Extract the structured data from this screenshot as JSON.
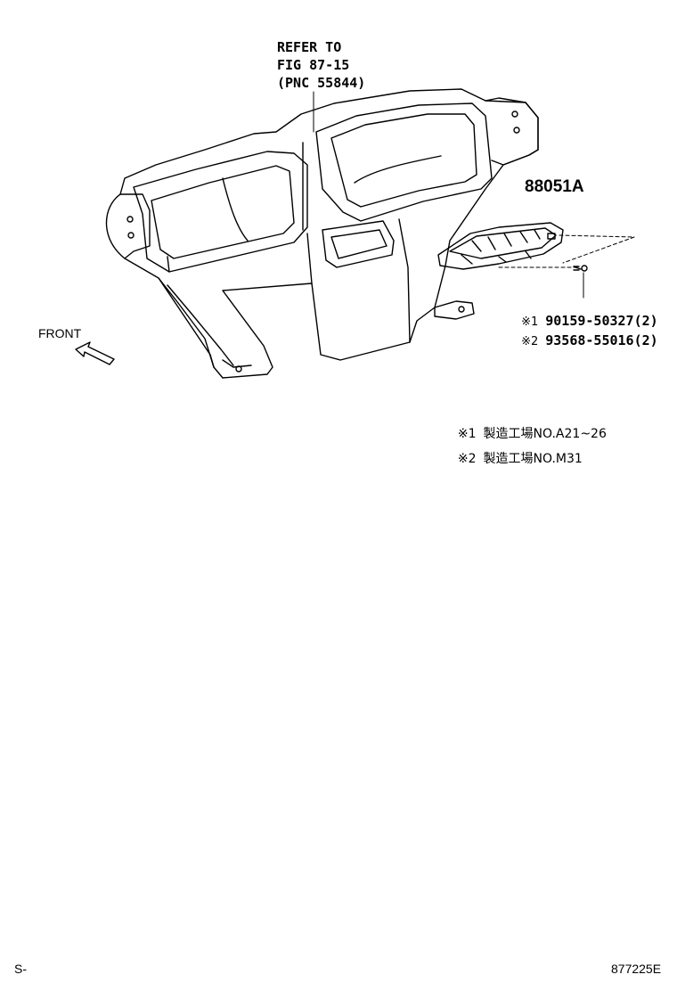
{
  "callout": {
    "line1": "REFER TO",
    "line2": "FIG 87-15",
    "line3": "(PNC 55844)"
  },
  "part": {
    "number": "88051A"
  },
  "parts_list": [
    {
      "mark": "※1",
      "number": "90159-50327(2)"
    },
    {
      "mark": "※2",
      "number": "93568-55016(2)"
    }
  ],
  "notes": [
    {
      "mark": "※1",
      "text": "製造工場NO.A21~26"
    },
    {
      "mark": "※2",
      "text": "製造工場NO.M31"
    }
  ],
  "direction": {
    "label": "FRONT"
  },
  "footer": {
    "left": "S-",
    "right": "877225E"
  }
}
